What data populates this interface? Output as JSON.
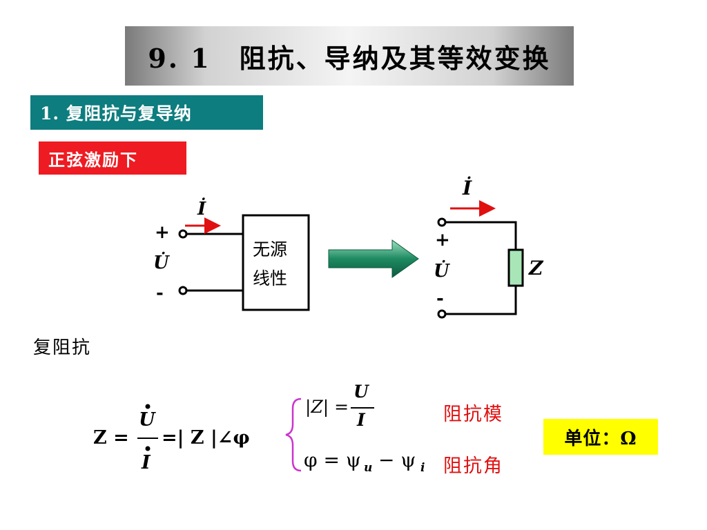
{
  "header": {
    "title": "9. 1　阻抗、导纳及其等效变换"
  },
  "section": {
    "label": "1. 复阻抗与复导纳"
  },
  "condition": {
    "label": "正弦激励下"
  },
  "left_circuit": {
    "current_label": "İ",
    "plus": "+",
    "voltage_label": "U̇",
    "minus": "-",
    "box_line1": "无源",
    "box_line2": "线性"
  },
  "right_circuit": {
    "current_label": "İ",
    "plus": "+",
    "voltage_label": "U̇",
    "minus": "-",
    "impedance_label": "Z"
  },
  "body": {
    "heading": "复阻抗"
  },
  "formula": {
    "lhs": "Z =",
    "numerator": "U",
    "denominator": "I",
    "rhs": "=| Z |∠φ",
    "abs_z": "|Z| =",
    "mag_num": "U",
    "mag_den": "I",
    "phi_eq": "φ = ψ",
    "psi_u_sub": "u",
    "minus_psi": "− ψ",
    "psi_i_sub": "i"
  },
  "annotations": {
    "magnitude": "阻抗模",
    "angle": "阻抗角"
  },
  "unit": {
    "label": "单位：Ω"
  },
  "colors": {
    "section_bg": "#0d7d7f",
    "condition_bg": "#ee1b22",
    "current_arrow": "#e01010",
    "transform_arrow": "#1a7a5a",
    "resistor": "#a8e6b8",
    "brace": "#cc33cc",
    "unit_bg": "#ffff00"
  }
}
